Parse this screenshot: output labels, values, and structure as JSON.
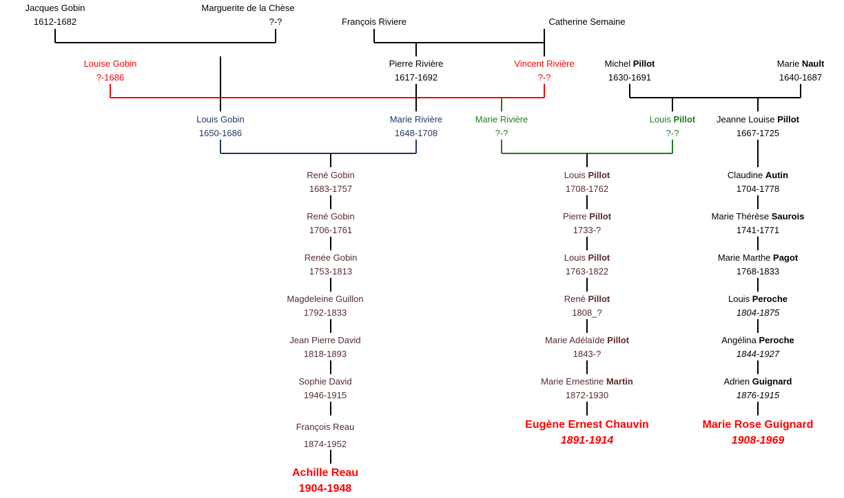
{
  "colors": {
    "black": "#000000",
    "red": "#ff0000",
    "navy": "#1f3864",
    "green": "#1f7a1f",
    "brown": "#5a2a2a"
  },
  "people": {
    "jacques_gobin": {
      "given": "Jacques Gobin",
      "surname": "",
      "dates": "1612-1682"
    },
    "marguerite_chese": {
      "given": "Marguerite de la Chèse",
      "surname": "",
      "dates": "?-?"
    },
    "francois_riviere": {
      "given": "François Riviere",
      "surname": "",
      "dates": ""
    },
    "catherine_semaine": {
      "given": "Catherine Semaine",
      "surname": "",
      "dates": ""
    },
    "louise_gobin": {
      "given": "Louise Gobin",
      "surname": "",
      "dates": "?-1686"
    },
    "pierre_riviere": {
      "given": "Pierre Rivière",
      "surname": "",
      "dates": "1617-1692"
    },
    "vincent_riviere": {
      "given": "Vincent Rivière",
      "surname": "",
      "dates": "?-?"
    },
    "michel_pillot": {
      "given": "Michel ",
      "surname": "Pillot",
      "dates": "1630-1691"
    },
    "marie_nault": {
      "given": "Marie ",
      "surname": "Nault",
      "dates": "1640-1687"
    },
    "louis_gobin": {
      "given": "Louis Gobin",
      "surname": "",
      "dates": "1650-1686"
    },
    "marie_riviere_1648": {
      "given": "Marie Rivière",
      "surname": "",
      "dates": "1648-1708"
    },
    "marie_riviere_green": {
      "given": "Marie Rivière",
      "surname": "",
      "dates": "?-?"
    },
    "louis_pillot_green": {
      "given": "Louis ",
      "surname": "Pillot",
      "dates": "?-?"
    },
    "jeanne_louise_pillot": {
      "given": "Jeanne Louise ",
      "surname": "Pillot",
      "dates": "1667-1725"
    },
    "rene_gobin_1683": {
      "given": "René Gobin",
      "surname": "",
      "dates": "1683-1757"
    },
    "rene_gobin_1706": {
      "given": "René Gobin",
      "surname": "",
      "dates": "1706-1761"
    },
    "renee_gobin": {
      "given": "Renée Gobin",
      "surname": "",
      "dates": "1753-1813"
    },
    "magdeleine_guillon": {
      "given": "Magdeleine Guillon",
      "surname": "",
      "dates": "1792-1833"
    },
    "jean_pierre_david": {
      "given": "Jean Pierre David",
      "surname": "",
      "dates": "1818-1893"
    },
    "sophie_david": {
      "given": "Sophie David",
      "surname": "",
      "dates": "1946-1915"
    },
    "francois_reau": {
      "given": "François Reau",
      "surname": "",
      "dates": "1874-1952"
    },
    "achille_reau": {
      "given": "Achille Reau",
      "surname": "",
      "dates": "1904-1948"
    },
    "louis_pillot_1708": {
      "given": "Louis ",
      "surname": "Pillot",
      "dates": "1708-1762"
    },
    "pierre_pillot": {
      "given": "Pierre ",
      "surname": "Pillot",
      "dates": "1733-?"
    },
    "louis_pillot_1763": {
      "given": "Louis ",
      "surname": "Pillot",
      "dates": "1763-1822"
    },
    "rene_pillot": {
      "given": "René ",
      "surname": "Pillot",
      "dates": "1808_?"
    },
    "marie_adelaide_pillot": {
      "given": "Marie Adélaïde ",
      "surname": "Pillot",
      "dates": "1843-?"
    },
    "marie_ernestine_martin": {
      "given": "Marie Ernestine ",
      "surname": "Martin",
      "dates": "1872-1930"
    },
    "eugene_chauvin": {
      "given": "Eugène Ernest Chauvin",
      "surname": "",
      "dates": "1891-1914"
    },
    "claudine_autin": {
      "given": "Claudine ",
      "surname": "Autin",
      "dates": "1704-1778"
    },
    "marie_therese_saurois": {
      "given": "Marie Thérèse ",
      "surname": "Saurois",
      "dates": "1741-1771"
    },
    "marie_marthe_pagot": {
      "given": "Marie Marthe ",
      "surname": "Pagot",
      "dates": "1768-1833"
    },
    "louis_peroche": {
      "given": "Louis ",
      "surname": "Peroche",
      "dates": "1804-1875"
    },
    "angelina_peroche": {
      "given": "Angélina ",
      "surname": "Peroche",
      "dates": "1844-1927"
    },
    "adrien_guignard": {
      "given": "Adrien ",
      "surname": "Guignard",
      "dates": "1876-1915"
    },
    "marie_rose_guignard": {
      "given": "Marie Rose Guignard",
      "surname": "",
      "dates": "1908-1969"
    }
  }
}
